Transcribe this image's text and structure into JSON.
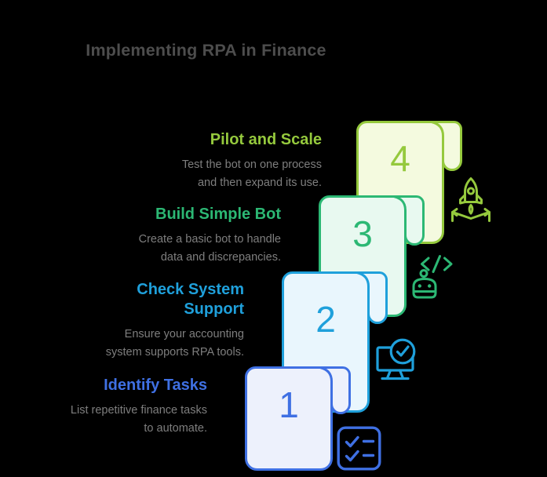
{
  "page": {
    "title": "Implementing RPA in Finance",
    "background": "#000000",
    "title_color": "#4D4D4D",
    "description_color": "#7E7E7E"
  },
  "steps": [
    {
      "number": "1",
      "title_lines": [
        "Identify Tasks"
      ],
      "description_lines": [
        "List repetitive finance tasks",
        "to automate."
      ],
      "accent": "#3F70E3",
      "paper_fill": "#EDF1FC",
      "icon": "checklist-icon"
    },
    {
      "number": "2",
      "title_lines": [
        "Check System",
        "Support"
      ],
      "description_lines": [
        "Ensure your accounting",
        "system supports RPA tools."
      ],
      "accent": "#1FA0DB",
      "paper_fill": "#E9F6FD",
      "icon": "monitor-check-icon"
    },
    {
      "number": "3",
      "title_lines": [
        "Build Simple Bot"
      ],
      "description_lines": [
        "Create a basic bot to handle",
        "data and discrepancies."
      ],
      "accent": "#2CB874",
      "paper_fill": "#E8F9F0",
      "icon": "robot-code-icon"
    },
    {
      "number": "4",
      "title_lines": [
        "Pilot and Scale"
      ],
      "description_lines": [
        "Test the bot on one process",
        "and then expand its use."
      ],
      "accent": "#95C93D",
      "paper_fill": "#F4FADF",
      "icon": "rocket-launch-icon"
    }
  ]
}
